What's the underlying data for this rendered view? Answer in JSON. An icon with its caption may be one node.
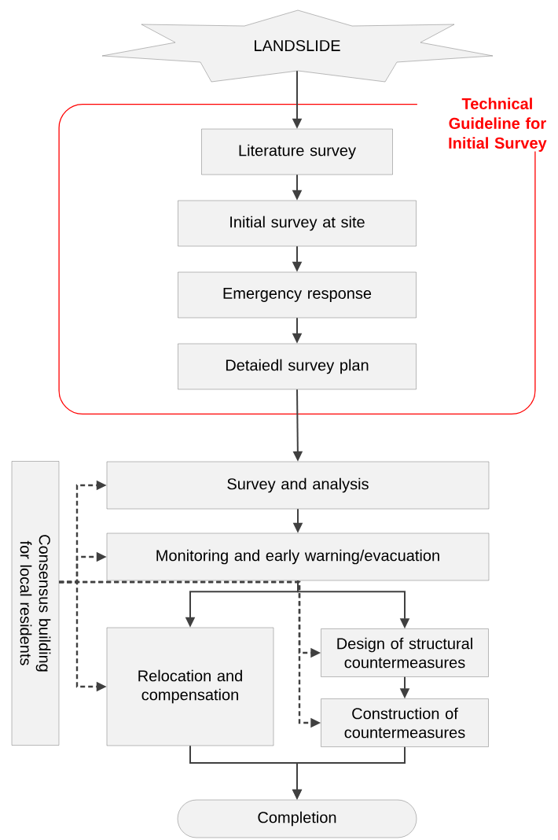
{
  "diagram": {
    "nodes": [
      {
        "text": [
          "LANDSLIDE"
        ]
      },
      {
        "text": [
          "Technical Guideline for Initial Survey"
        ]
      },
      {
        "text": [
          "Literature survey"
        ],
        "in": 1
      },
      {
        "text": [
          "Initial survey at site"
        ],
        "in": 1
      },
      {
        "text": [
          "Emergency response"
        ],
        "in": 1
      },
      {
        "text": [
          "Detaiedl survey plan"
        ],
        "in": 1
      },
      {
        "text": [
          "Consensus building for local residents"
        ]
      },
      {
        "text": [
          "Survey and analysis"
        ]
      },
      {
        "text": [
          "Monitoring and early warning/evacuation"
        ]
      },
      {
        "text": [
          "Relocation and compensation"
        ]
      },
      {
        "text": [
          "Design of structural countermeasures"
        ]
      },
      {
        "text": [
          "Construction of countermeasures"
        ]
      },
      {
        "text": [
          "Completion"
        ]
      }
    ],
    "edges": [
      {
        "from": 0,
        "to": 2,
        "arrow": "to"
      },
      {
        "from": 2,
        "to": 3,
        "arrow": "to"
      },
      {
        "from": 3,
        "to": 4,
        "arrow": "to"
      },
      {
        "from": 4,
        "to": 5,
        "arrow": "to"
      },
      {
        "from": 5,
        "to": 7,
        "arrow": "to"
      },
      {
        "from": 7,
        "to": 8,
        "arrow": "to"
      },
      {
        "from": 8,
        "to": 9,
        "arrow": "to"
      },
      {
        "from": 8,
        "to": 10,
        "arrow": "to"
      },
      {
        "from": 10,
        "to": 11,
        "arrow": "to"
      },
      {
        "from": 9,
        "to": 12,
        "arrow": "to"
      },
      {
        "from": 11,
        "to": 12,
        "arrow": "to"
      },
      {
        "from": 6,
        "to": 7,
        "arrow": "to",
        "style": "dashed"
      },
      {
        "from": 6,
        "to": 8,
        "arrow": "to",
        "style": "dashed"
      },
      {
        "from": 6,
        "to": 9,
        "arrow": "to",
        "style": "dashed"
      },
      {
        "from": 6,
        "to": 10,
        "arrow": "to",
        "style": "dashed"
      },
      {
        "from": 6,
        "to": 11,
        "arrow": "to",
        "style": "dashed"
      }
    ]
  }
}
